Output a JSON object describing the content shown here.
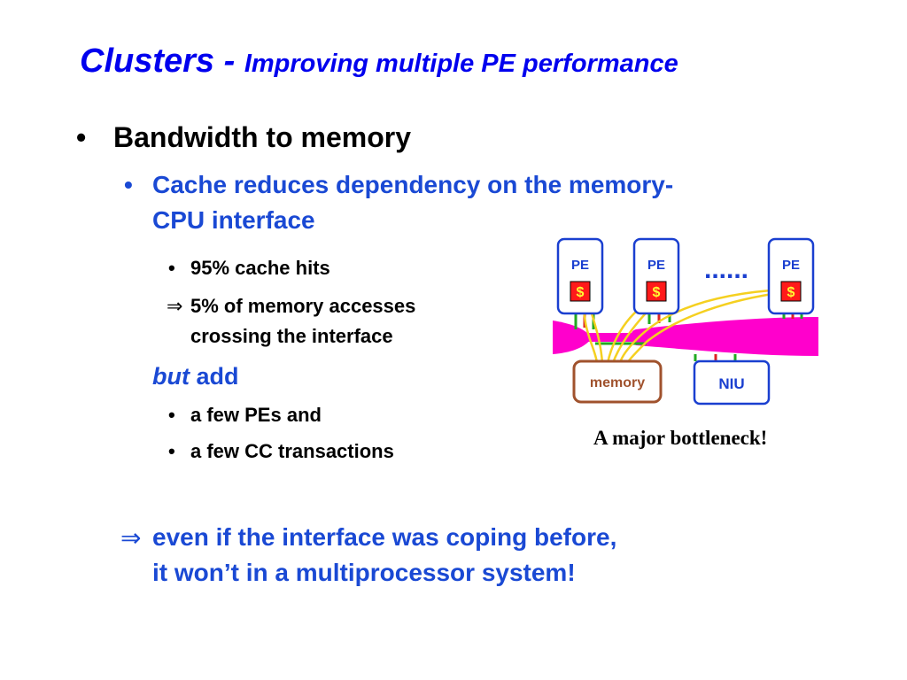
{
  "slide": {
    "title": {
      "main": "Clusters - ",
      "sub": "Improving multiple PE performance"
    },
    "bullet_l1": "Bandwidth to memory",
    "bullet_l2": {
      "line1": "Cache reduces dependency on the memory-",
      "line2": "CPU interface"
    },
    "sub_items": {
      "cache_hits": "95% cache hits",
      "implication": {
        "arrow": "⇒",
        "line1": "5% of memory accesses",
        "line2": "crossing the interface"
      },
      "but_add": {
        "but": "but",
        "add": " add"
      },
      "few_pes": "a few PEs and",
      "few_cc": "a few CC transactions"
    },
    "conclusion": {
      "arrow": "⇒",
      "line1": "even if the interface was coping before,",
      "line2": "it won’t in a multiprocessor system!"
    }
  },
  "diagram": {
    "pe_label": "PE",
    "cache_label": "$",
    "ellipsis": "......",
    "memory_label": "memory",
    "niu_label": "NIU",
    "caption": "A major bottleneck!",
    "colors": {
      "pe_border": "#1a3fd0",
      "cache_fill": "#ff1a1a",
      "cache_text": "#ffff33",
      "bus": "#ff00cc",
      "memory_border": "#a0522d",
      "wire_yellow": "#f5d020",
      "wire_green": "#22aa22",
      "wire_red": "#dd2222"
    }
  }
}
